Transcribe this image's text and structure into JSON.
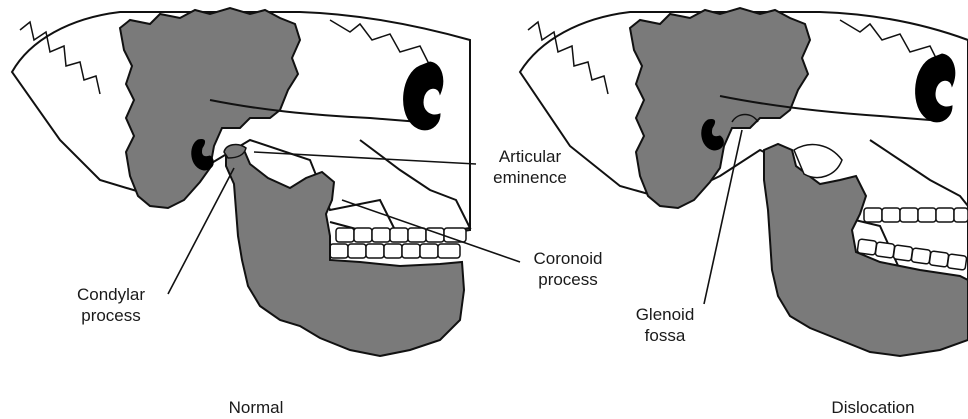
{
  "panels": [
    {
      "caption": "Normal",
      "labels": [
        {
          "text": "Articular\neminence"
        },
        {
          "text": "Coronoid\nprocess"
        },
        {
          "text": "Condylar\nprocess"
        }
      ]
    },
    {
      "caption": "Dislocation",
      "labels": [
        {
          "text": "Glenoid\nfossa"
        }
      ]
    }
  ],
  "colors": {
    "bone_shaded": "#7a7a7a",
    "outline": "#111111",
    "background": "#ffffff"
  }
}
